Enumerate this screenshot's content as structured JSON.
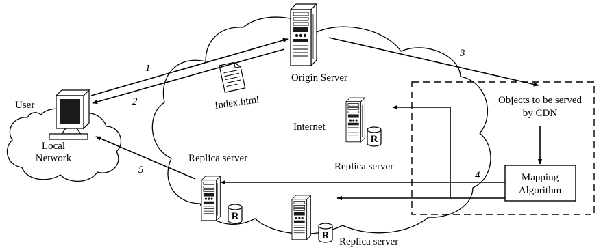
{
  "labels": {
    "origin_server": "Origin Server",
    "user": "User",
    "local_network_line1": "Local",
    "local_network_line2": "Network",
    "internet": "Internet",
    "index_file": "Index.html",
    "replica_server_left": "Replica server",
    "replica_server_mid": "Replica server",
    "replica_server_bottom": "Replica server",
    "objects_line1": "Objects to be served",
    "objects_line2": "by CDN",
    "mapping_line1": "Mapping",
    "mapping_line2": "Algorithm",
    "replica_mark": "R"
  },
  "steps": {
    "s1": "1",
    "s2": "2",
    "s3": "3",
    "s4": "4",
    "s5": "5"
  },
  "colors": {
    "stroke": "#000000",
    "background": "#ffffff",
    "screen": "#1a1a1a"
  },
  "icons": {
    "server": "tower-server-icon",
    "replica": "replica-server-icon",
    "computer": "desktop-computer-icon",
    "document": "document-icon"
  }
}
